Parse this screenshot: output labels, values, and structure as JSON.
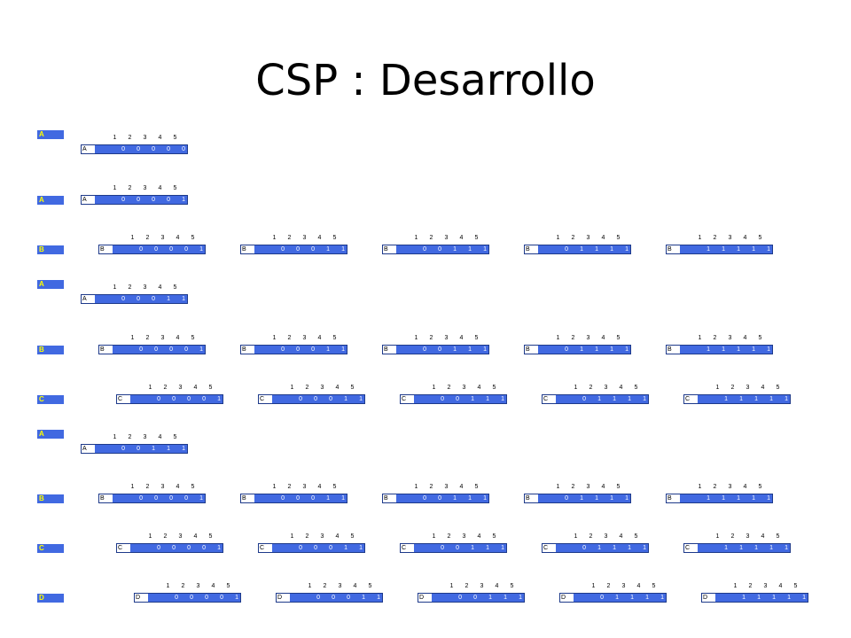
{
  "title": "CSP : Desarrollo",
  "columns": [
    "1",
    "2",
    "3",
    "4",
    "5"
  ],
  "colors": {
    "cell_fill": "#4169e1",
    "label_text": "#ffff00",
    "value_text": "#ffffff"
  },
  "groups": [
    {
      "label": "A",
      "tables": [
        {
          "row_label": "A",
          "values": [
            "0",
            "0",
            "0",
            "0",
            "0"
          ]
        }
      ]
    },
    {
      "label": "A",
      "tables": [
        {
          "row_label": "A",
          "values": [
            "0",
            "0",
            "0",
            "0",
            "1"
          ]
        }
      ]
    },
    {
      "label": "B",
      "tables": [
        {
          "row_label": "B",
          "values": [
            "0",
            "0",
            "0",
            "0",
            "1"
          ]
        },
        {
          "row_label": "B",
          "values": [
            "0",
            "0",
            "0",
            "1",
            "1"
          ]
        },
        {
          "row_label": "B",
          "values": [
            "0",
            "0",
            "1",
            "1",
            "1"
          ]
        },
        {
          "row_label": "B",
          "values": [
            "0",
            "1",
            "1",
            "1",
            "1"
          ]
        },
        {
          "row_label": "B",
          "values": [
            "1",
            "1",
            "1",
            "1",
            "1"
          ]
        }
      ]
    },
    {
      "label": "A",
      "tables": [
        {
          "row_label": "A",
          "values": [
            "0",
            "0",
            "0",
            "1",
            "1"
          ]
        }
      ]
    },
    {
      "label": "B",
      "tables": [
        {
          "row_label": "B",
          "values": [
            "0",
            "0",
            "0",
            "0",
            "1"
          ]
        },
        {
          "row_label": "B",
          "values": [
            "0",
            "0",
            "0",
            "1",
            "1"
          ]
        },
        {
          "row_label": "B",
          "values": [
            "0",
            "0",
            "1",
            "1",
            "1"
          ]
        },
        {
          "row_label": "B",
          "values": [
            "0",
            "1",
            "1",
            "1",
            "1"
          ]
        },
        {
          "row_label": "B",
          "values": [
            "1",
            "1",
            "1",
            "1",
            "1"
          ]
        }
      ]
    },
    {
      "label": "C",
      "tables": [
        {
          "row_label": "C",
          "values": [
            "0",
            "0",
            "0",
            "0",
            "1"
          ]
        },
        {
          "row_label": "C",
          "values": [
            "0",
            "0",
            "0",
            "1",
            "1"
          ]
        },
        {
          "row_label": "C",
          "values": [
            "0",
            "0",
            "1",
            "1",
            "1"
          ]
        },
        {
          "row_label": "C",
          "values": [
            "0",
            "1",
            "1",
            "1",
            "1"
          ]
        },
        {
          "row_label": "C",
          "values": [
            "1",
            "1",
            "1",
            "1",
            "1"
          ]
        }
      ]
    },
    {
      "label": "A",
      "tables": [
        {
          "row_label": "A",
          "values": [
            "0",
            "0",
            "1",
            "1",
            "1"
          ]
        }
      ]
    },
    {
      "label": "B",
      "tables": [
        {
          "row_label": "B",
          "values": [
            "0",
            "0",
            "0",
            "0",
            "1"
          ]
        },
        {
          "row_label": "B",
          "values": [
            "0",
            "0",
            "0",
            "1",
            "1"
          ]
        },
        {
          "row_label": "B",
          "values": [
            "0",
            "0",
            "1",
            "1",
            "1"
          ]
        },
        {
          "row_label": "B",
          "values": [
            "0",
            "1",
            "1",
            "1",
            "1"
          ]
        },
        {
          "row_label": "B",
          "values": [
            "1",
            "1",
            "1",
            "1",
            "1"
          ]
        }
      ]
    },
    {
      "label": "C",
      "tables": [
        {
          "row_label": "C",
          "values": [
            "0",
            "0",
            "0",
            "0",
            "1"
          ]
        },
        {
          "row_label": "C",
          "values": [
            "0",
            "0",
            "0",
            "1",
            "1"
          ]
        },
        {
          "row_label": "C",
          "values": [
            "0",
            "0",
            "1",
            "1",
            "1"
          ]
        },
        {
          "row_label": "C",
          "values": [
            "0",
            "1",
            "1",
            "1",
            "1"
          ]
        },
        {
          "row_label": "C",
          "values": [
            "1",
            "1",
            "1",
            "1",
            "1"
          ]
        }
      ]
    },
    {
      "label": "D",
      "tables": [
        {
          "row_label": "D",
          "values": [
            "0",
            "0",
            "0",
            "0",
            "1"
          ]
        },
        {
          "row_label": "D",
          "values": [
            "0",
            "0",
            "0",
            "1",
            "1"
          ]
        },
        {
          "row_label": "D",
          "values": [
            "0",
            "0",
            "1",
            "1",
            "1"
          ]
        },
        {
          "row_label": "D",
          "values": [
            "0",
            "1",
            "1",
            "1",
            "1"
          ]
        },
        {
          "row_label": "D",
          "values": [
            "1",
            "1",
            "1",
            "1",
            "1"
          ]
        }
      ]
    }
  ]
}
